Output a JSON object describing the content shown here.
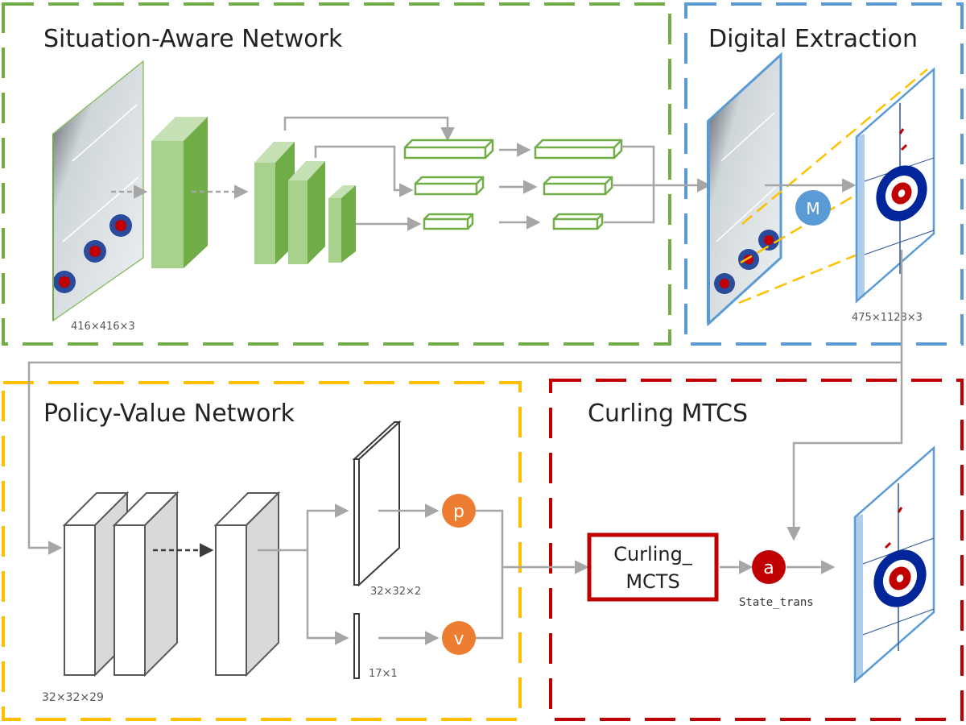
{
  "panels": {
    "situation": {
      "title": "Situation-Aware Network",
      "input_dim": "416×416×3"
    },
    "digital": {
      "title": "Digital Extraction",
      "op_label": "M",
      "output_dim": "475×1128×3"
    },
    "policy": {
      "title": "Policy-Value Network",
      "input_dim": "32×32×29",
      "policy_dim": "32×32×2",
      "value_dim": "17×1",
      "policy_label": "p",
      "value_label": "v"
    },
    "mcts": {
      "title": "Curling MTCS",
      "box_line1": "Curling_",
      "box_line2": "MCTS",
      "action_label": "a",
      "transition_label": "State_trans"
    }
  },
  "colors": {
    "green": "#70ad47",
    "green_fill": "#a9d18e",
    "green_dark": "#7eb35a",
    "blue": "#5b9bd5",
    "yellow": "#ffc000",
    "red": "#c00000",
    "orange": "#ed7d31",
    "gray": "#a6a6a6",
    "dark": "#595959",
    "target_blue": "#002699",
    "target_red": "#c00000"
  }
}
